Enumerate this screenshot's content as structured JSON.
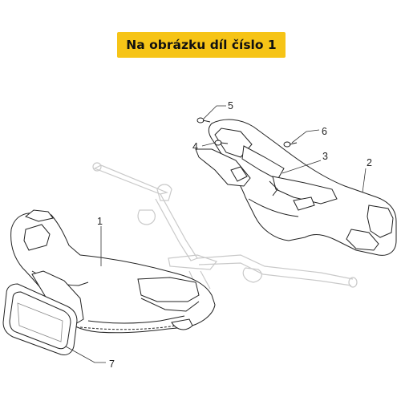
{
  "header": {
    "title": "Na obrázku díl číslo 1"
  },
  "callouts": [
    {
      "id": "1",
      "text": "1"
    },
    {
      "id": "2",
      "text": "2"
    },
    {
      "id": "3",
      "text": "3"
    },
    {
      "id": "4",
      "text": "4"
    },
    {
      "id": "5",
      "text": "5"
    },
    {
      "id": "6",
      "text": "6"
    },
    {
      "id": "7",
      "text": "7"
    }
  ],
  "colors": {
    "banner": "#f6c417",
    "line": "#222222",
    "ghost": "#c8c8c8"
  }
}
